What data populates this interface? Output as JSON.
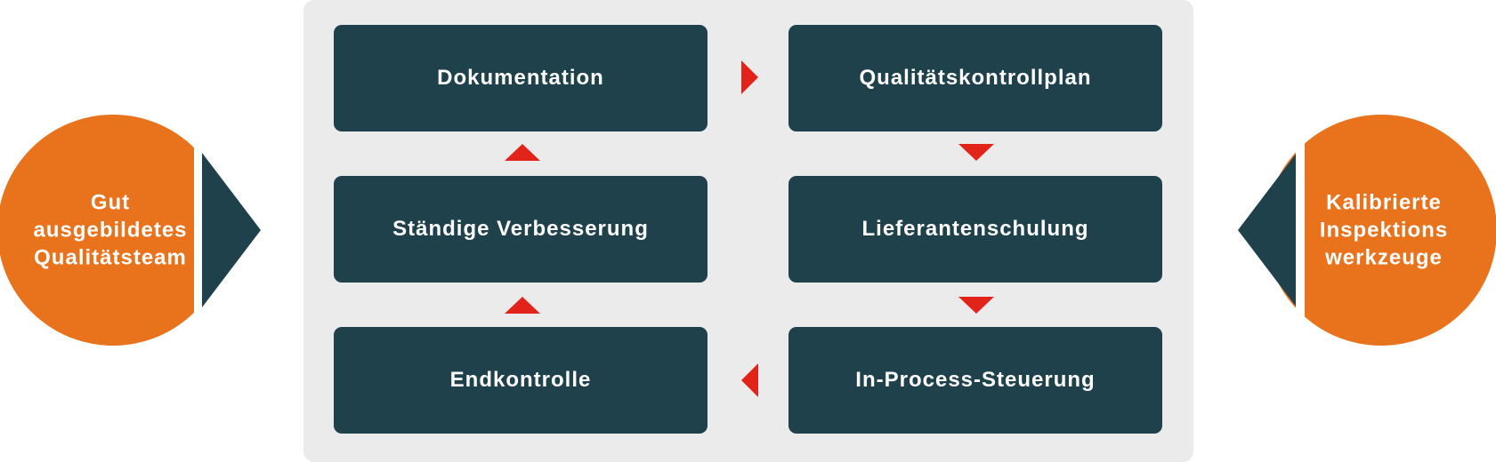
{
  "colors": {
    "box": "#1e414c",
    "accent_circle": "#e8731c",
    "arrow": "#e2231a",
    "panel": "#ebebeb"
  },
  "left_circle": {
    "label": "Gut\nausgebildetes\nQualitätsteam"
  },
  "right_circle": {
    "label": "Kalibrierte\nInspektions\nwerkzeuge"
  },
  "steps": {
    "dokumentation": "Dokumentation",
    "qualitaetskontrollplan": "Qualitätskontrollplan",
    "staendige_verbesserung": "Ständige Verbesserung",
    "lieferantenschulung": "Lieferantenschulung",
    "endkontrolle": "Endkontrolle",
    "in_process": "In-Process-Steuerung"
  }
}
